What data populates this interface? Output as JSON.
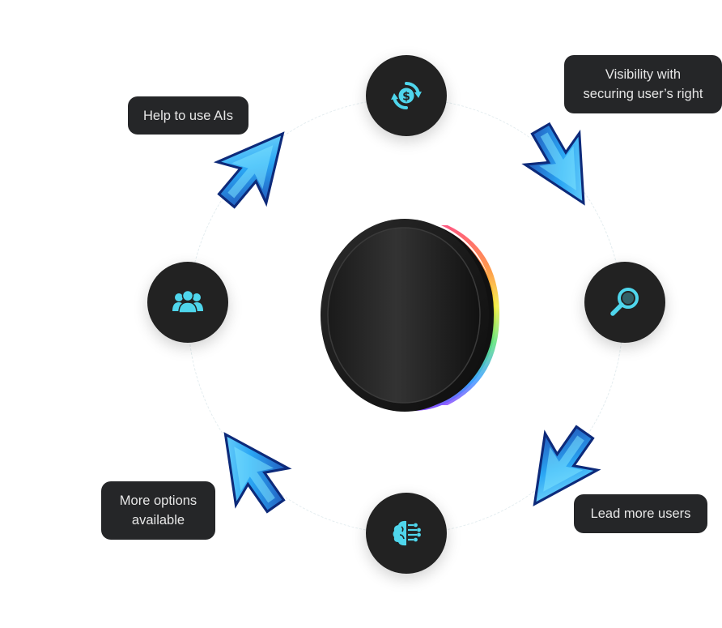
{
  "labels": {
    "help_ai": "Help to use AIs",
    "visibility_line1": "Visibility with",
    "visibility_line2": "securing user’s right",
    "more_options_line1": "More options",
    "more_options_line2": "available",
    "lead_users": "Lead more users"
  },
  "icons": {
    "top": "currency-exchange-icon",
    "left": "users-group-icon",
    "right": "magnifier-icon",
    "bottom": "ai-brain-icon"
  },
  "colors": {
    "accent": "#4fd6ec",
    "node_bg": "#222222",
    "label_bg": "#252628",
    "label_text": "#e6e6e6"
  }
}
